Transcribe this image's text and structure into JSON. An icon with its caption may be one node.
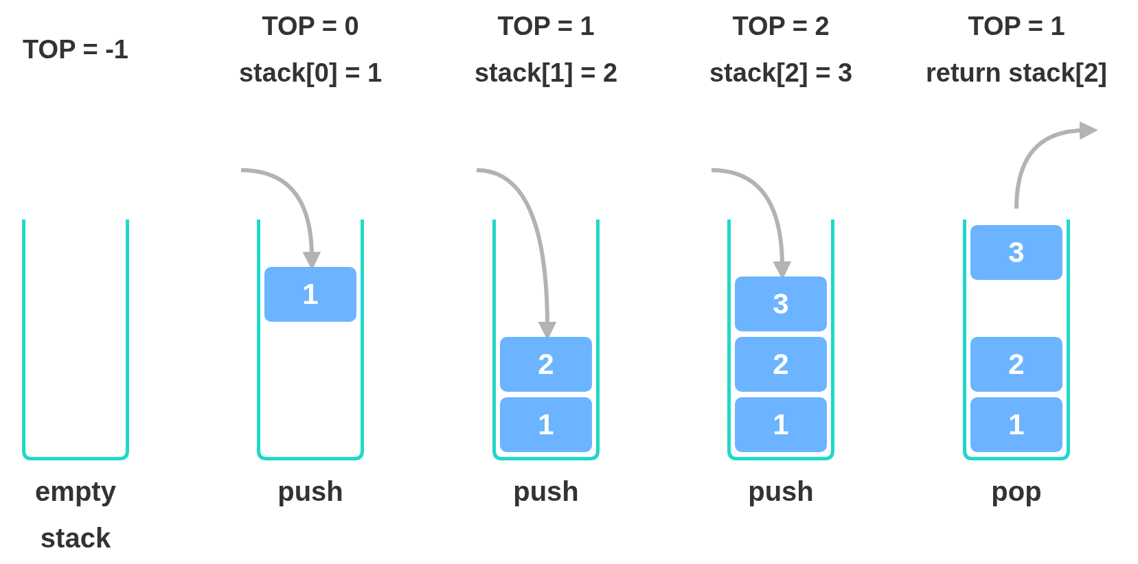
{
  "diagram": {
    "nodes": [
      {
        "text": [
          "TOP = -1",
          "empty stack"
        ]
      },
      {
        "text": [
          "TOP = 0",
          "stack[0] = 1",
          "push"
        ]
      },
      {
        "text": [
          "1"
        ],
        "in": 1
      },
      {
        "text": [
          "TOP = 1",
          "stack[1] = 2",
          "push"
        ]
      },
      {
        "text": [
          "2"
        ],
        "in": 3
      },
      {
        "text": [
          "1"
        ],
        "in": 3
      },
      {
        "text": [
          "TOP = 2",
          "stack[2] = 3",
          "push"
        ]
      },
      {
        "text": [
          "3"
        ],
        "in": 6
      },
      {
        "text": [
          "2"
        ],
        "in": 6
      },
      {
        "text": [
          "1"
        ],
        "in": 6
      },
      {
        "text": [
          "TOP = 1",
          "return stack[2]",
          "pop"
        ]
      },
      {
        "text": [
          "3"
        ],
        "in": 10
      },
      {
        "text": [
          "2"
        ],
        "in": 10
      },
      {
        "text": [
          "1"
        ],
        "in": 10
      }
    ],
    "edges": [
      {
        "from": null,
        "to": 2,
        "arrow": "to"
      },
      {
        "from": null,
        "to": 4,
        "arrow": "to"
      },
      {
        "from": null,
        "to": 7,
        "arrow": "to"
      },
      {
        "from": 11,
        "to": null,
        "arrow": "to"
      }
    ]
  }
}
